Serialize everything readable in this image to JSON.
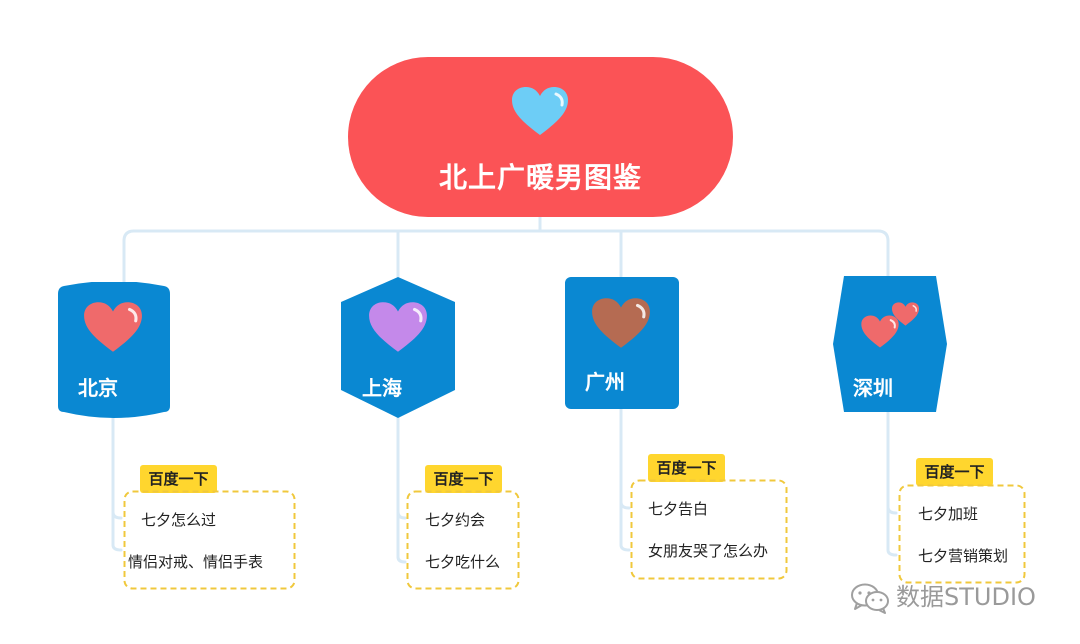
{
  "root": {
    "title": "北上广暖男图鉴"
  },
  "colors": {
    "root_fill": "#fb5356",
    "city_fill": "#0a88d2",
    "connector": "#d8e9f5",
    "tag_fill": "#ffd62e",
    "tip_border": "#f0c83c",
    "root_heart": "#6dcdf6"
  },
  "cities": [
    {
      "name": "北京",
      "heart_color": "#ef6a6b",
      "tag": "百度一下",
      "tips": [
        "七夕怎么过",
        "情侣对戒、情侣手表"
      ]
    },
    {
      "name": "上海",
      "heart_color": "#c489ea",
      "tag": "百度一下",
      "tips": [
        "七夕约会",
        "七夕吃什么"
      ]
    },
    {
      "name": "广州",
      "heart_color": "#b56b52",
      "tag": "百度一下",
      "tips": [
        "七夕告白",
        "女朋友哭了怎么办"
      ]
    },
    {
      "name": "深圳",
      "heart_color": "#ef6a6b",
      "tag": "百度一下",
      "tips": [
        "七夕加班",
        "七夕营销策划"
      ]
    }
  ],
  "watermark": {
    "text": "数据STUDIO",
    "icon": "wechat-icon"
  }
}
